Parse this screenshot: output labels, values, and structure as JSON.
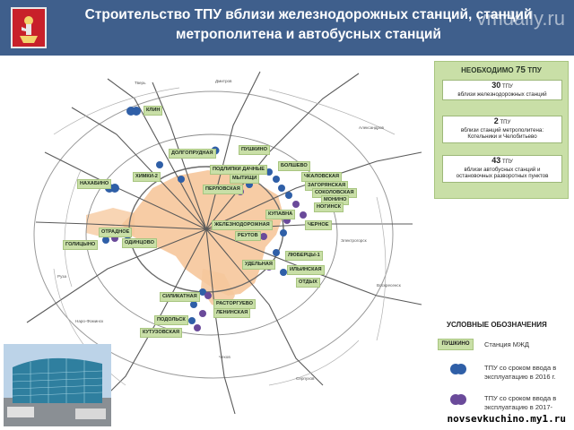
{
  "header": {
    "title_line1": "Строительство ТПУ вблизи железнодорожных станций, станций",
    "title_line2": "метрополитена и автобусных станций",
    "watermark": "vmdaily.ru"
  },
  "callout": {
    "heading_prefix": "НЕОБХОДИМО",
    "heading_number": "75",
    "heading_unit": "ТПУ",
    "items": [
      {
        "num": "30",
        "unit": "ТПУ",
        "text": "вблизи железнодорожных станций"
      },
      {
        "num": "2",
        "unit": "ТПУ",
        "text": "вблизи станций метрополитена: Котельники и Челобитьево"
      },
      {
        "num": "43",
        "unit": "ТПУ",
        "text": "вблизи автобусных станций и остановочных разворотных пунктов"
      }
    ]
  },
  "legend": {
    "title": "УСЛОВНЫЕ ОБОЗНАЧЕНИЯ",
    "swatch_label": "ПУШКИНО",
    "swatch_text": "Станция МЖД",
    "blue_text": "ТПУ со сроком ввода в эксплуатацию в 2016 г.",
    "purple_text": "ТПУ со сроком ввода в эксплуатацию в 2017-"
  },
  "stations": [
    {
      "name": "КЛИН"
    },
    {
      "name": "ДОЛГОПРУДНАЯ"
    },
    {
      "name": "ПУШКИНО"
    },
    {
      "name": "ПОДЛИПКИ ДАЧНЫЕ"
    },
    {
      "name": "БОЛШЕВО"
    },
    {
      "name": "ХИМКИ-2"
    },
    {
      "name": "МЫТИЩИ"
    },
    {
      "name": "ЧКАЛОВСКАЯ"
    },
    {
      "name": "ЗАГОРЯНСКАЯ"
    },
    {
      "name": "НАХАБИНО"
    },
    {
      "name": "ПЕРЛОВСКАЯ"
    },
    {
      "name": "СОКОЛОВСКАЯ"
    },
    {
      "name": "МОНИНО"
    },
    {
      "name": "НОГИНСК"
    },
    {
      "name": "КУПАВНА"
    },
    {
      "name": "ЧЕРНОЕ"
    },
    {
      "name": "ЖЕЛЕЗНОДОРОЖНАЯ"
    },
    {
      "name": "ОТРАДНОЕ"
    },
    {
      "name": "РЕУТОВ"
    },
    {
      "name": "ГОЛИЦЫНО"
    },
    {
      "name": "ОДИНЦОВО"
    },
    {
      "name": "ЛЮБЕРЦЫ-1"
    },
    {
      "name": "УДЕЛЬНАЯ"
    },
    {
      "name": "ИЛЬИНСКАЯ"
    },
    {
      "name": "ОТДЫХ"
    },
    {
      "name": "СИЛИКАТНАЯ"
    },
    {
      "name": "РАСТОРГУЕВО"
    },
    {
      "name": "ЛЕНИНСКАЯ"
    },
    {
      "name": "ПОДОЛЬСК"
    },
    {
      "name": "КУТУЗОВСКАЯ"
    }
  ],
  "colors": {
    "header_bg": "#3f5f8c",
    "label_bg": "#c9dfa7",
    "moscow_fill": "#f6c79b",
    "tpu_blue": "#2f5fa7",
    "tpu_purple": "#6a4a9a"
  },
  "footer": {
    "watermark": "novsevkuchino.my1.ru"
  }
}
